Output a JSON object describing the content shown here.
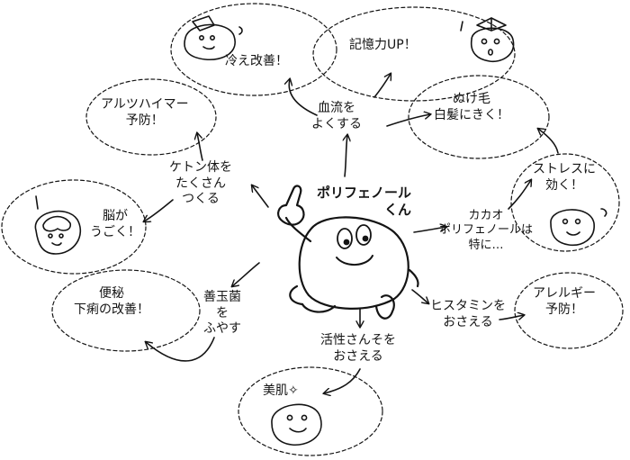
{
  "center": {
    "name_line1": "ポリフェノール",
    "name_line2": "くん"
  },
  "nodes": {
    "hiekaizen": "冷え改善！",
    "kioku": "記憶力UP！",
    "kekkou_line1": "血流を",
    "kekkou_line2": "よくする",
    "nukege_line1": "ぬけ毛",
    "nukege_line2": "白髪にきく！",
    "alz_line1": "アルツハイマー",
    "alz_line2": "予防！",
    "keton_line1": "ケトン体を",
    "keton_line2": "たくさん",
    "keton_line3": "つくる",
    "nou_line1": "脳が",
    "nou_line2": "うごく！",
    "cacao_line1": "カカオ",
    "cacao_line2": "ポリフェノールは",
    "cacao_line3": "特に…",
    "stress_line1": "ストレスに",
    "stress_line2": "効く！",
    "benpi_line1": "便秘",
    "benpi_line2": "下痢の改善！",
    "zendama_line1": "善玉菌",
    "zendama_line2": "を",
    "zendama_line3": "ふやす",
    "histamine_line1": "ヒスタミンを",
    "histamine_line2": "おさえる",
    "allergy_line1": "アレルギー",
    "allergy_line2": "予防！",
    "kassei_line1": "活性さんそを",
    "kassei_line2": "おさえる",
    "bihada": "美肌✧"
  },
  "colors": {
    "ink": "#141414",
    "background": "#ffffff"
  }
}
